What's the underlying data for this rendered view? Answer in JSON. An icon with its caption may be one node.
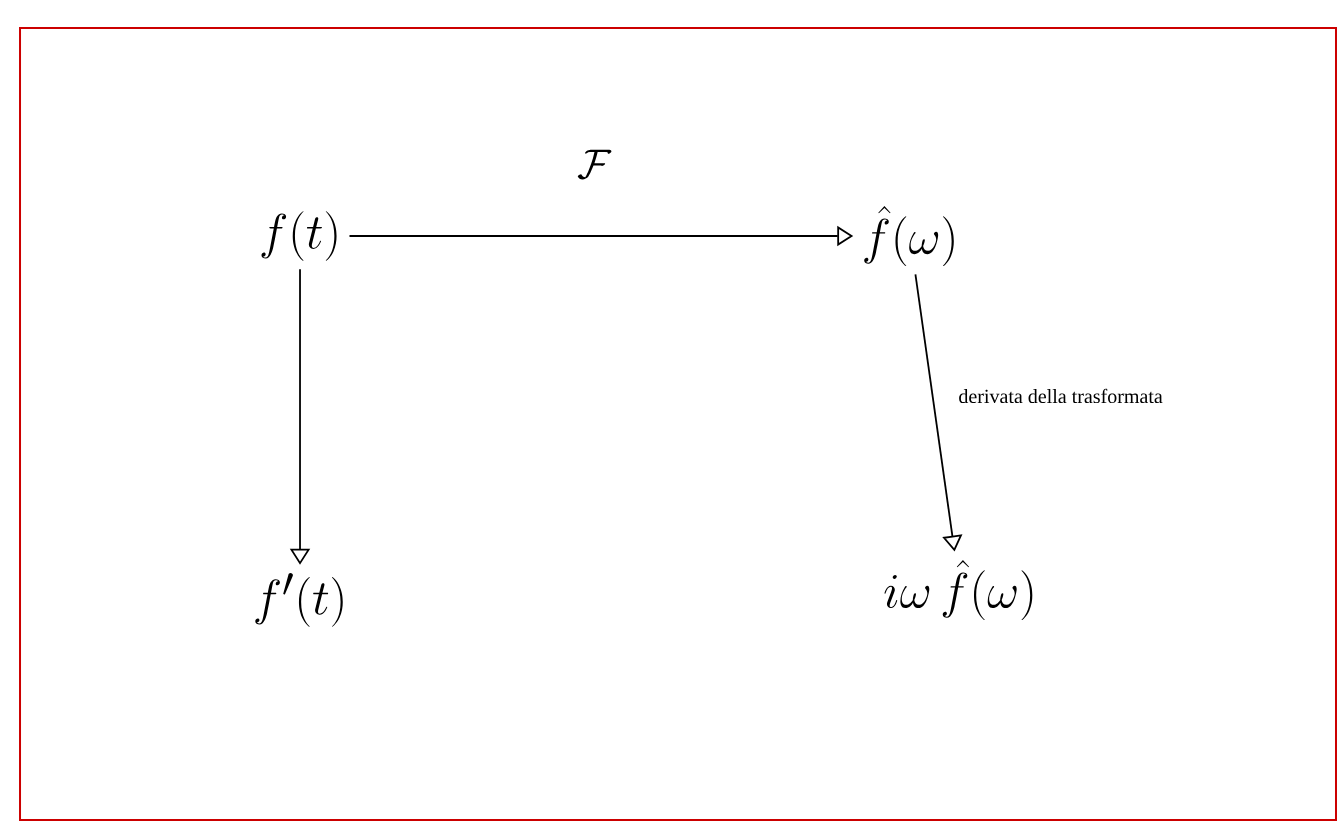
{
  "diagram": {
    "nodes": [
      {
        "text": [
          "f(t)"
        ]
      },
      {
        "text": [
          "\\hat{f}(\\omega)"
        ]
      },
      {
        "text": [
          "f'(t)"
        ]
      },
      {
        "text": [
          "i\\omega\\,\\hat{f}(\\omega)"
        ]
      }
    ],
    "edges": [
      {
        "from": 0,
        "to": 1,
        "arrow": "to",
        "label": "\\mathcal{F}"
      },
      {
        "from": 0,
        "to": 2,
        "arrow": "to"
      },
      {
        "from": 1,
        "to": 3,
        "arrow": "to",
        "label": "derivata della trasformata"
      }
    ]
  }
}
